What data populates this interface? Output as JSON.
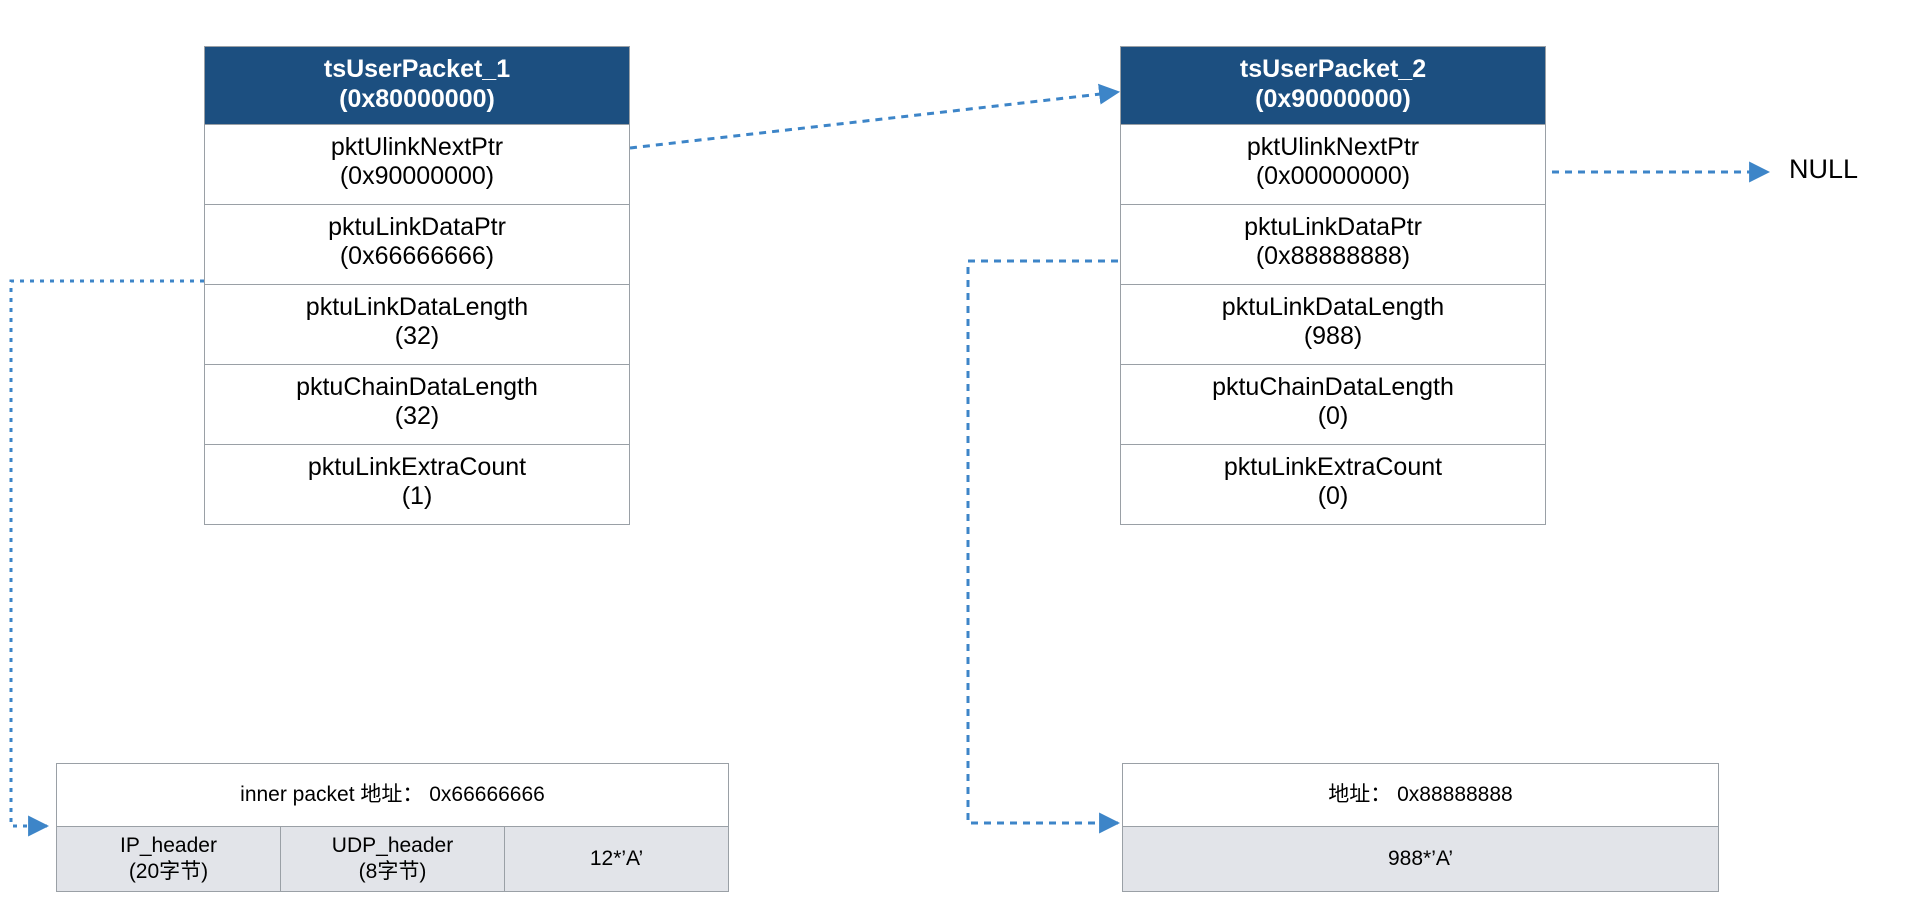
{
  "diagram": {
    "title_hint": "tsUserPacket chain memory layout",
    "accent_line_color": "#3d85c8",
    "header_fill": "#1c4f80",
    "border_color": "#9aa0a6",
    "field_fill": "#e2e4e9",
    "highlight_color": "#c0504d"
  },
  "structs": [
    {
      "id": "packet1",
      "name": "tsUserPacket_1",
      "address": "(0x80000000)",
      "rows": [
        {
          "label": "pktUlinkNextPtr",
          "value": "(0x90000000)",
          "highlight": false
        },
        {
          "label": "pktuLinkDataPtr",
          "value": "(0x66666666)",
          "highlight": false
        },
        {
          "label": "pktuLinkDataLength",
          "value": "32",
          "highlight": true
        },
        {
          "label": "pktuChainDataLength",
          "value": "32",
          "highlight": true
        },
        {
          "label": "pktuLinkExtraCount",
          "value": "(1)",
          "highlight": false
        }
      ]
    },
    {
      "id": "packet2",
      "name": "tsUserPacket_2",
      "address": "(0x90000000)",
      "rows": [
        {
          "label": "pktUlinkNextPtr",
          "value": "(0x00000000)",
          "highlight": false
        },
        {
          "label": "pktuLinkDataPtr",
          "value": "(0x88888888)",
          "highlight": false
        },
        {
          "label": "pktuLinkDataLength",
          "value": "(988)",
          "highlight": false
        },
        {
          "label": "pktuChainDataLength",
          "value": "(0)",
          "highlight": false
        },
        {
          "label": "pktuLinkExtraCount",
          "value": "(0)",
          "highlight": false
        }
      ]
    }
  ],
  "memory_blocks": [
    {
      "id": "inner-packet-1",
      "address_label": "inner packet 地址： 0x66666666",
      "cells": [
        {
          "name": "IP_header",
          "size": "(20字节)"
        },
        {
          "name": "UDP_header",
          "size": "(8字节)"
        },
        {
          "name": "12*’A’",
          "size": ""
        }
      ]
    },
    {
      "id": "inner-packet-2",
      "address_label": "地址： 0x88888888",
      "cells": [
        {
          "name": "988*’A’",
          "size": ""
        }
      ]
    }
  ],
  "labels": {
    "null_terminator": "NULL"
  }
}
